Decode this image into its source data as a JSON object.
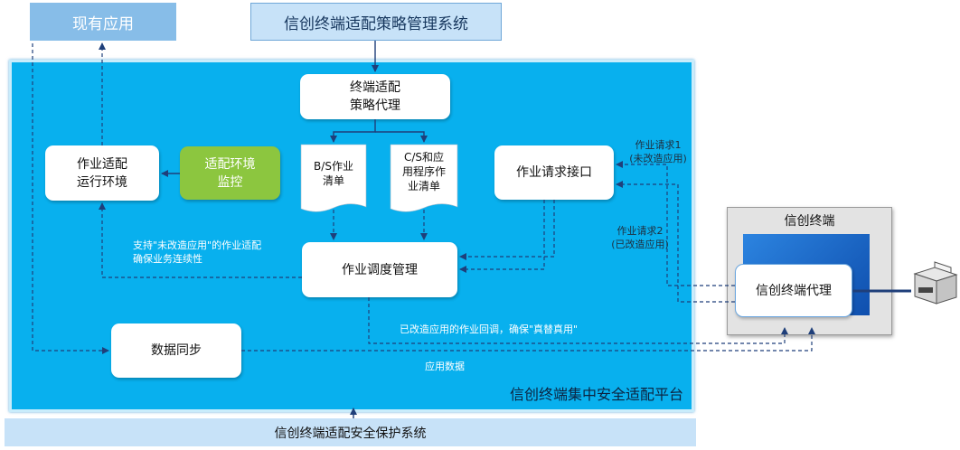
{
  "top": {
    "existing_apps": "现有应用",
    "strategy_system": "信创终端适配策略管理系统"
  },
  "platform": {
    "title": "信创终端集中安全适配平台",
    "agent": "终端适配\n策略代理",
    "runtime_env": "作业适配\n运行环境",
    "env_monitor": "适配环境\n监控",
    "bs_list": "B/S作业\n清单",
    "cs_list": "C/S和应\n用程序作\n业清单",
    "request_interface": "作业请求接口",
    "scheduler": "作业调度管理",
    "data_sync": "数据同步"
  },
  "labels": {
    "support_note": "支持\"未改造应用\"的作业适配\n确保业务连续性",
    "callback_note": "已改造应用的作业回调，确保\"真替真用\"",
    "app_data": "应用数据",
    "request1": "作业请求1\n(未改造应用)",
    "request2": "作业请求2\n(已改造应用)"
  },
  "terminal": {
    "title": "信创终端",
    "agent": "信创终端代理"
  },
  "bottom": {
    "security_system": "信创终端适配安全保护系统"
  },
  "colors": {
    "platform_blue": "#08b0ee",
    "top_blue": "#87bde8",
    "light_blue": "#c7e2f8",
    "monitor_green": "#8cc63f",
    "arrow_navy": "#1f3f7a"
  }
}
